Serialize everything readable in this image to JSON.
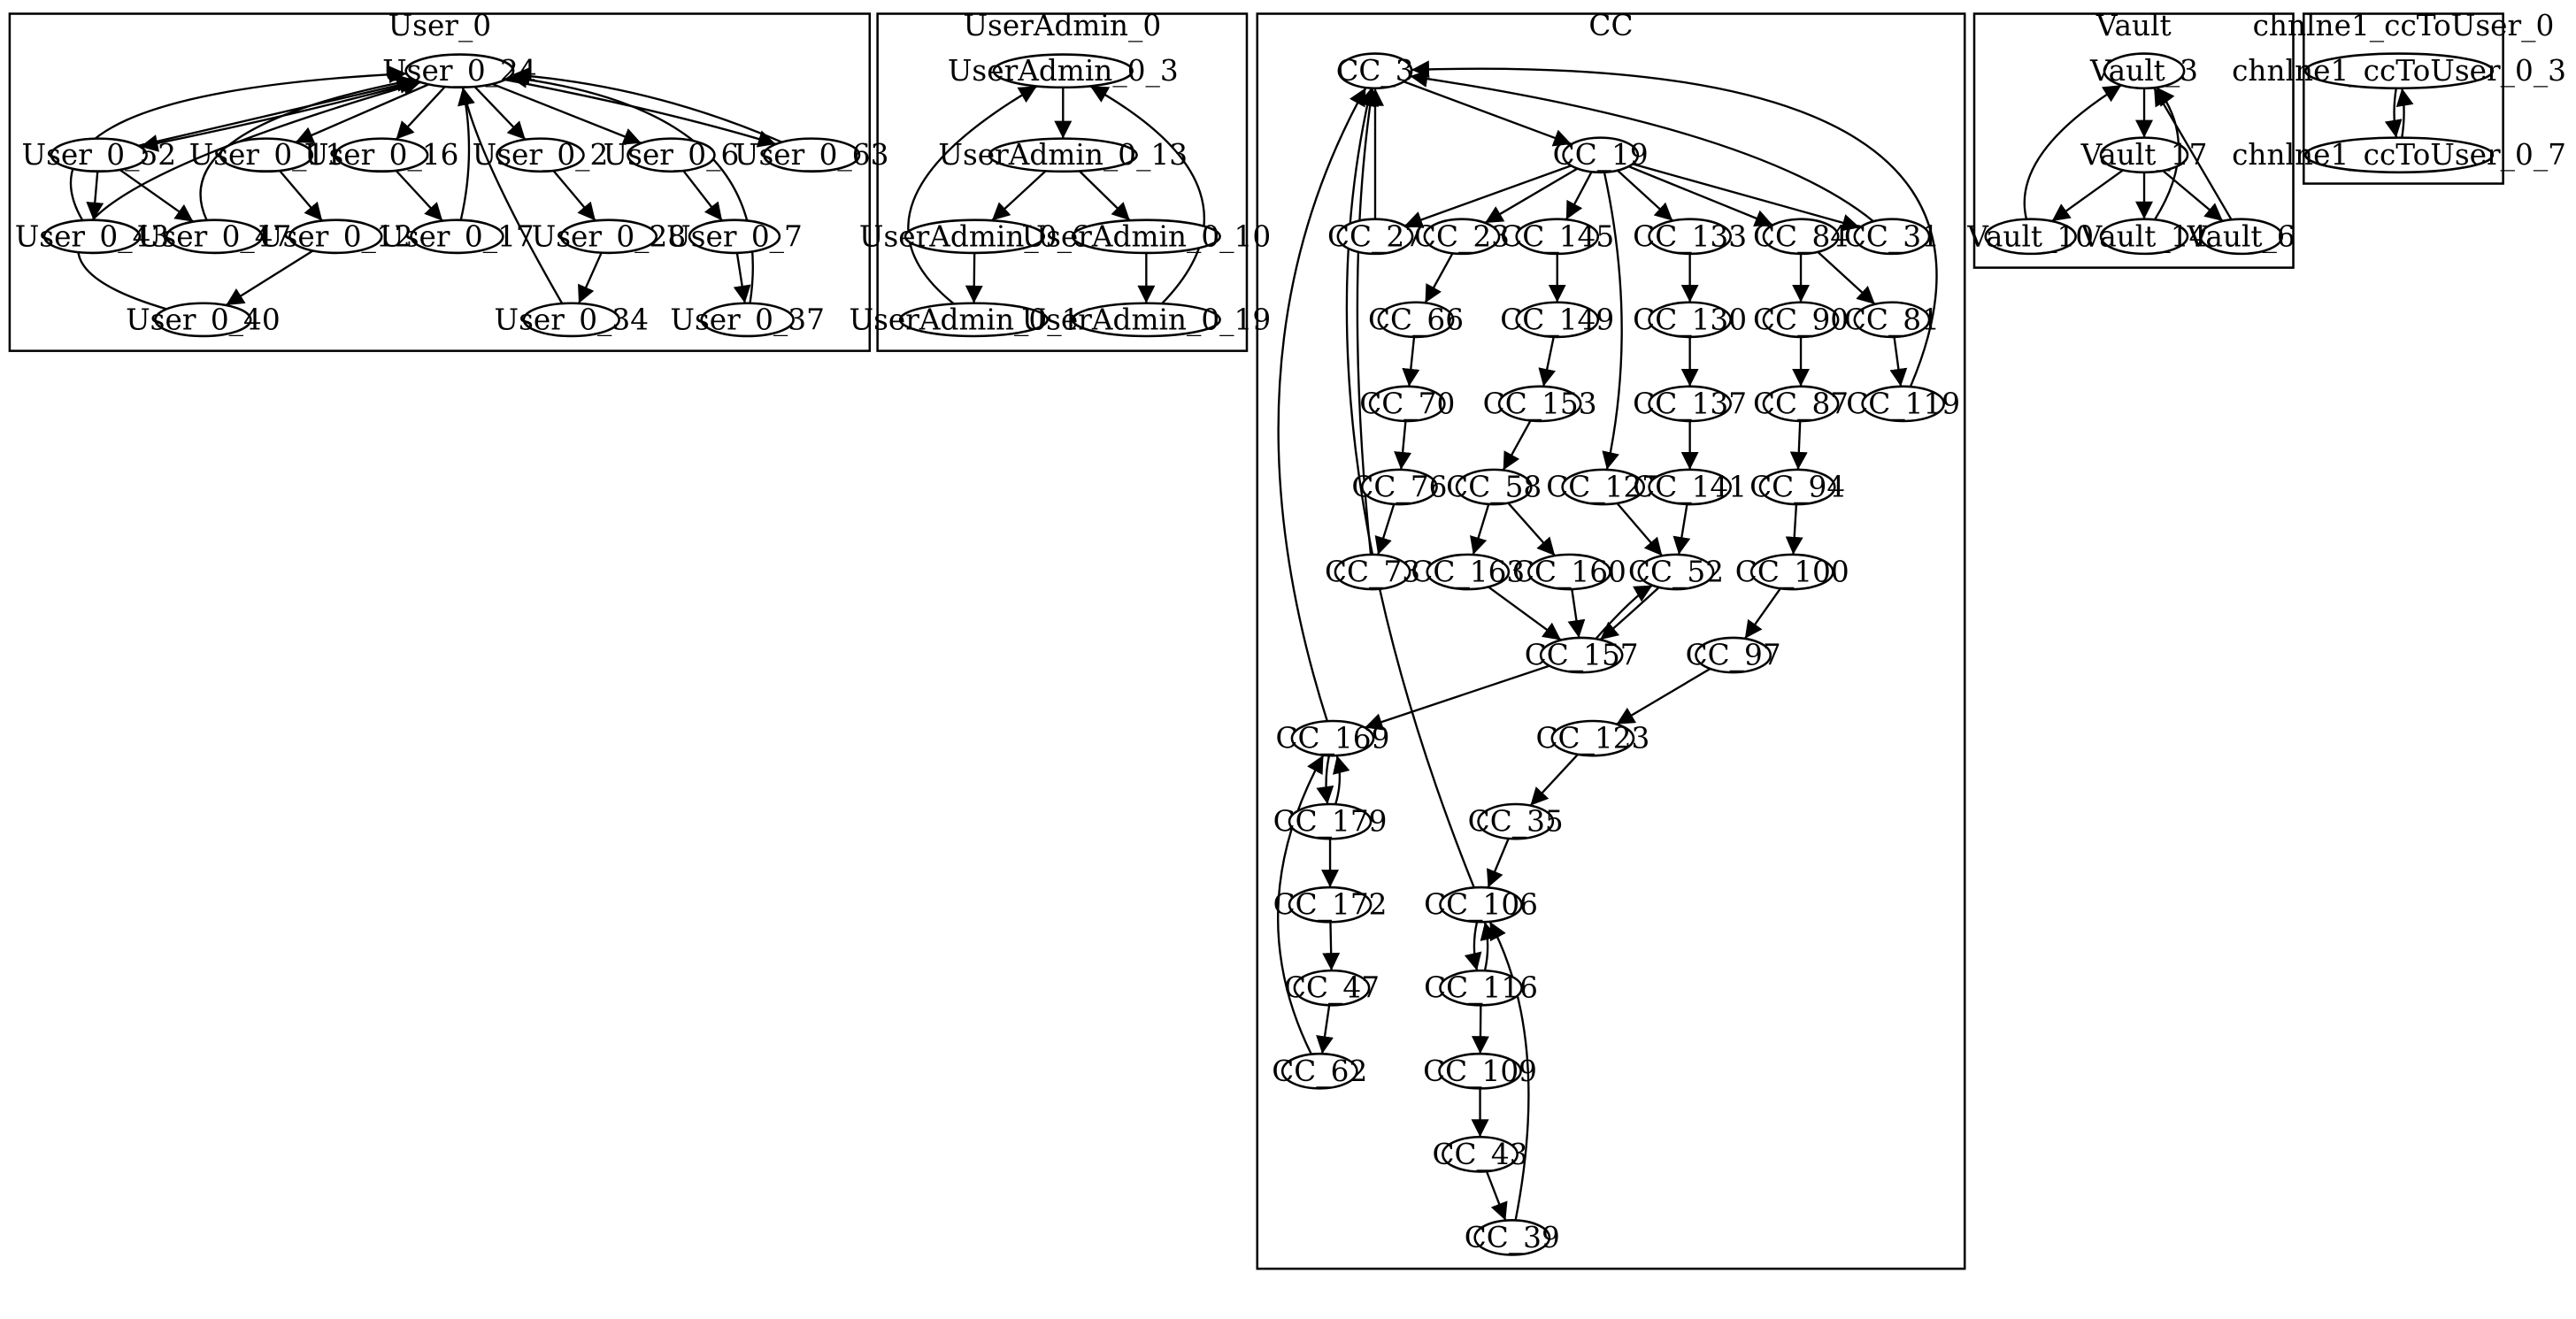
{
  "colors": {
    "stroke": "#000000",
    "background": "#ffffff"
  },
  "clusters": [
    {
      "id": "User_0",
      "label": "User_0"
    },
    {
      "id": "UserAdmin_0",
      "label": "UserAdmin_0"
    },
    {
      "id": "CC",
      "label": "CC"
    },
    {
      "id": "Vault",
      "label": "Vault"
    },
    {
      "id": "chnl",
      "label": "chnlne1_ccToUser_0"
    }
  ],
  "nodes": [
    {
      "id": "User_0_24",
      "label": "User_0_24"
    },
    {
      "id": "User_0_52",
      "label": "User_0_52"
    },
    {
      "id": "User_0_11",
      "label": "User_0_11"
    },
    {
      "id": "User_0_16",
      "label": "User_0_16"
    },
    {
      "id": "User_0_2",
      "label": "User_0_2"
    },
    {
      "id": "User_0_6",
      "label": "User_0_6"
    },
    {
      "id": "User_0_63",
      "label": "User_0_63"
    },
    {
      "id": "User_0_43",
      "label": "User_0_43"
    },
    {
      "id": "User_0_47",
      "label": "User_0_47"
    },
    {
      "id": "User_0_12",
      "label": "User_0_12"
    },
    {
      "id": "User_0_17",
      "label": "User_0_17"
    },
    {
      "id": "User_0_28",
      "label": "User_0_28"
    },
    {
      "id": "User_0_7",
      "label": "User_0_7"
    },
    {
      "id": "User_0_40",
      "label": "User_0_40"
    },
    {
      "id": "User_0_34",
      "label": "User_0_34"
    },
    {
      "id": "User_0_37",
      "label": "User_0_37"
    },
    {
      "id": "UserAdmin_0_3",
      "label": "UserAdmin_0_3"
    },
    {
      "id": "UserAdmin_0_13",
      "label": "UserAdmin_0_13"
    },
    {
      "id": "UserAdmin_0_6",
      "label": "UserAdmin_0_6"
    },
    {
      "id": "UserAdmin_0_10",
      "label": "UserAdmin_0_10"
    },
    {
      "id": "UserAdmin_0_16",
      "label": "UserAdmin_0_16"
    },
    {
      "id": "UserAdmin_0_19",
      "label": "UserAdmin_0_19"
    },
    {
      "id": "CC_3",
      "label": "CC_3"
    },
    {
      "id": "CC_19",
      "label": "CC_19"
    },
    {
      "id": "CC_27",
      "label": "CC_27"
    },
    {
      "id": "CC_23",
      "label": "CC_23"
    },
    {
      "id": "CC_145",
      "label": "CC_145"
    },
    {
      "id": "CC_133",
      "label": "CC_133"
    },
    {
      "id": "CC_84",
      "label": "CC_84"
    },
    {
      "id": "CC_31",
      "label": "CC_31"
    },
    {
      "id": "CC_66",
      "label": "CC_66"
    },
    {
      "id": "CC_149",
      "label": "CC_149"
    },
    {
      "id": "CC_130",
      "label": "CC_130"
    },
    {
      "id": "CC_90",
      "label": "CC_90"
    },
    {
      "id": "CC_81",
      "label": "CC_81"
    },
    {
      "id": "CC_70",
      "label": "CC_70"
    },
    {
      "id": "CC_153",
      "label": "CC_153"
    },
    {
      "id": "CC_137",
      "label": "CC_137"
    },
    {
      "id": "CC_87",
      "label": "CC_87"
    },
    {
      "id": "CC_119",
      "label": "CC_119"
    },
    {
      "id": "CC_76",
      "label": "CC_76"
    },
    {
      "id": "CC_58",
      "label": "CC_58"
    },
    {
      "id": "CC_127",
      "label": "CC_127"
    },
    {
      "id": "CC_141",
      "label": "CC_141"
    },
    {
      "id": "CC_94",
      "label": "CC_94"
    },
    {
      "id": "CC_73",
      "label": "CC_73"
    },
    {
      "id": "CC_163",
      "label": "CC_163"
    },
    {
      "id": "CC_160",
      "label": "CC_160"
    },
    {
      "id": "CC_52",
      "label": "CC_52"
    },
    {
      "id": "CC_100",
      "label": "CC_100"
    },
    {
      "id": "CC_157",
      "label": "CC_157"
    },
    {
      "id": "CC_97",
      "label": "CC_97"
    },
    {
      "id": "CC_169",
      "label": "CC_169"
    },
    {
      "id": "CC_123",
      "label": "CC_123"
    },
    {
      "id": "CC_179",
      "label": "CC_179"
    },
    {
      "id": "CC_35",
      "label": "CC_35"
    },
    {
      "id": "CC_172",
      "label": "CC_172"
    },
    {
      "id": "CC_106",
      "label": "CC_106"
    },
    {
      "id": "CC_47",
      "label": "CC_47"
    },
    {
      "id": "CC_116",
      "label": "CC_116"
    },
    {
      "id": "CC_62",
      "label": "CC_62"
    },
    {
      "id": "CC_109",
      "label": "CC_109"
    },
    {
      "id": "CC_43",
      "label": "CC_43"
    },
    {
      "id": "CC_39",
      "label": "CC_39"
    },
    {
      "id": "Vault_3",
      "label": "Vault_3"
    },
    {
      "id": "Vault_17",
      "label": "Vault_17"
    },
    {
      "id": "Vault_10",
      "label": "Vault_10"
    },
    {
      "id": "Vault_14",
      "label": "Vault_14"
    },
    {
      "id": "Vault_6",
      "label": "Vault_6"
    },
    {
      "id": "chnl_3",
      "label": "chnlne1_ccToUser_0_3"
    },
    {
      "id": "chnl_7",
      "label": "chnlne1_ccToUser_0_7"
    }
  ],
  "edges": [
    [
      "User_0_24",
      "User_0_52"
    ],
    [
      "User_0_24",
      "User_0_11"
    ],
    [
      "User_0_24",
      "User_0_16"
    ],
    [
      "User_0_24",
      "User_0_2"
    ],
    [
      "User_0_24",
      "User_0_6"
    ],
    [
      "User_0_24",
      "User_0_63"
    ],
    [
      "User_0_52",
      "User_0_24"
    ],
    [
      "User_0_63",
      "User_0_24"
    ],
    [
      "User_0_52",
      "User_0_43"
    ],
    [
      "User_0_52",
      "User_0_47"
    ],
    [
      "User_0_11",
      "User_0_12"
    ],
    [
      "User_0_16",
      "User_0_17"
    ],
    [
      "User_0_2",
      "User_0_28"
    ],
    [
      "User_0_6",
      "User_0_7"
    ],
    [
      "User_0_43",
      "User_0_24"
    ],
    [
      "User_0_47",
      "User_0_24"
    ],
    [
      "User_0_17",
      "User_0_24"
    ],
    [
      "User_0_12",
      "User_0_40"
    ],
    [
      "User_0_28",
      "User_0_34"
    ],
    [
      "User_0_7",
      "User_0_37"
    ],
    [
      "User_0_40",
      "User_0_24"
    ],
    [
      "User_0_34",
      "User_0_24"
    ],
    [
      "User_0_37",
      "User_0_24"
    ],
    [
      "UserAdmin_0_3",
      "UserAdmin_0_13"
    ],
    [
      "UserAdmin_0_13",
      "UserAdmin_0_6"
    ],
    [
      "UserAdmin_0_13",
      "UserAdmin_0_10"
    ],
    [
      "UserAdmin_0_6",
      "UserAdmin_0_16"
    ],
    [
      "UserAdmin_0_10",
      "UserAdmin_0_19"
    ],
    [
      "UserAdmin_0_16",
      "UserAdmin_0_3"
    ],
    [
      "UserAdmin_0_19",
      "UserAdmin_0_3"
    ],
    [
      "CC_3",
      "CC_19"
    ],
    [
      "CC_27",
      "CC_3"
    ],
    [
      "CC_19",
      "CC_27"
    ],
    [
      "CC_19",
      "CC_23"
    ],
    [
      "CC_19",
      "CC_145"
    ],
    [
      "CC_19",
      "CC_133"
    ],
    [
      "CC_19",
      "CC_84"
    ],
    [
      "CC_19",
      "CC_31"
    ],
    [
      "CC_19",
      "CC_127"
    ],
    [
      "CC_31",
      "CC_3"
    ],
    [
      "CC_119",
      "CC_3"
    ],
    [
      "CC_23",
      "CC_66"
    ],
    [
      "CC_66",
      "CC_70"
    ],
    [
      "CC_70",
      "CC_76"
    ],
    [
      "CC_76",
      "CC_73"
    ],
    [
      "CC_73",
      "CC_3"
    ],
    [
      "CC_145",
      "CC_149"
    ],
    [
      "CC_149",
      "CC_153"
    ],
    [
      "CC_153",
      "CC_58"
    ],
    [
      "CC_58",
      "CC_163"
    ],
    [
      "CC_58",
      "CC_160"
    ],
    [
      "CC_163",
      "CC_157"
    ],
    [
      "CC_160",
      "CC_157"
    ],
    [
      "CC_127",
      "CC_52"
    ],
    [
      "CC_133",
      "CC_130"
    ],
    [
      "CC_130",
      "CC_137"
    ],
    [
      "CC_137",
      "CC_141"
    ],
    [
      "CC_141",
      "CC_52"
    ],
    [
      "CC_52",
      "CC_157"
    ],
    [
      "CC_157",
      "CC_52"
    ],
    [
      "CC_84",
      "CC_90"
    ],
    [
      "CC_84",
      "CC_81"
    ],
    [
      "CC_81",
      "CC_119"
    ],
    [
      "CC_90",
      "CC_87"
    ],
    [
      "CC_87",
      "CC_94"
    ],
    [
      "CC_94",
      "CC_100"
    ],
    [
      "CC_100",
      "CC_97"
    ],
    [
      "CC_97",
      "CC_123"
    ],
    [
      "CC_123",
      "CC_35"
    ],
    [
      "CC_35",
      "CC_106"
    ],
    [
      "CC_157",
      "CC_169"
    ],
    [
      "CC_169",
      "CC_3"
    ],
    [
      "CC_169",
      "CC_179"
    ],
    [
      "CC_179",
      "CC_169"
    ],
    [
      "CC_179",
      "CC_172"
    ],
    [
      "CC_172",
      "CC_47"
    ],
    [
      "CC_47",
      "CC_62"
    ],
    [
      "CC_62",
      "CC_169"
    ],
    [
      "CC_106",
      "CC_3"
    ],
    [
      "CC_106",
      "CC_116"
    ],
    [
      "CC_116",
      "CC_106"
    ],
    [
      "CC_116",
      "CC_109"
    ],
    [
      "CC_109",
      "CC_43"
    ],
    [
      "CC_43",
      "CC_39"
    ],
    [
      "CC_39",
      "CC_106"
    ],
    [
      "Vault_3",
      "Vault_17"
    ],
    [
      "Vault_17",
      "Vault_10"
    ],
    [
      "Vault_17",
      "Vault_14"
    ],
    [
      "Vault_17",
      "Vault_6"
    ],
    [
      "Vault_10",
      "Vault_3"
    ],
    [
      "Vault_14",
      "Vault_3"
    ],
    [
      "Vault_6",
      "Vault_3"
    ],
    [
      "chnl_3",
      "chnl_7"
    ],
    [
      "chnl_7",
      "chnl_3"
    ]
  ]
}
